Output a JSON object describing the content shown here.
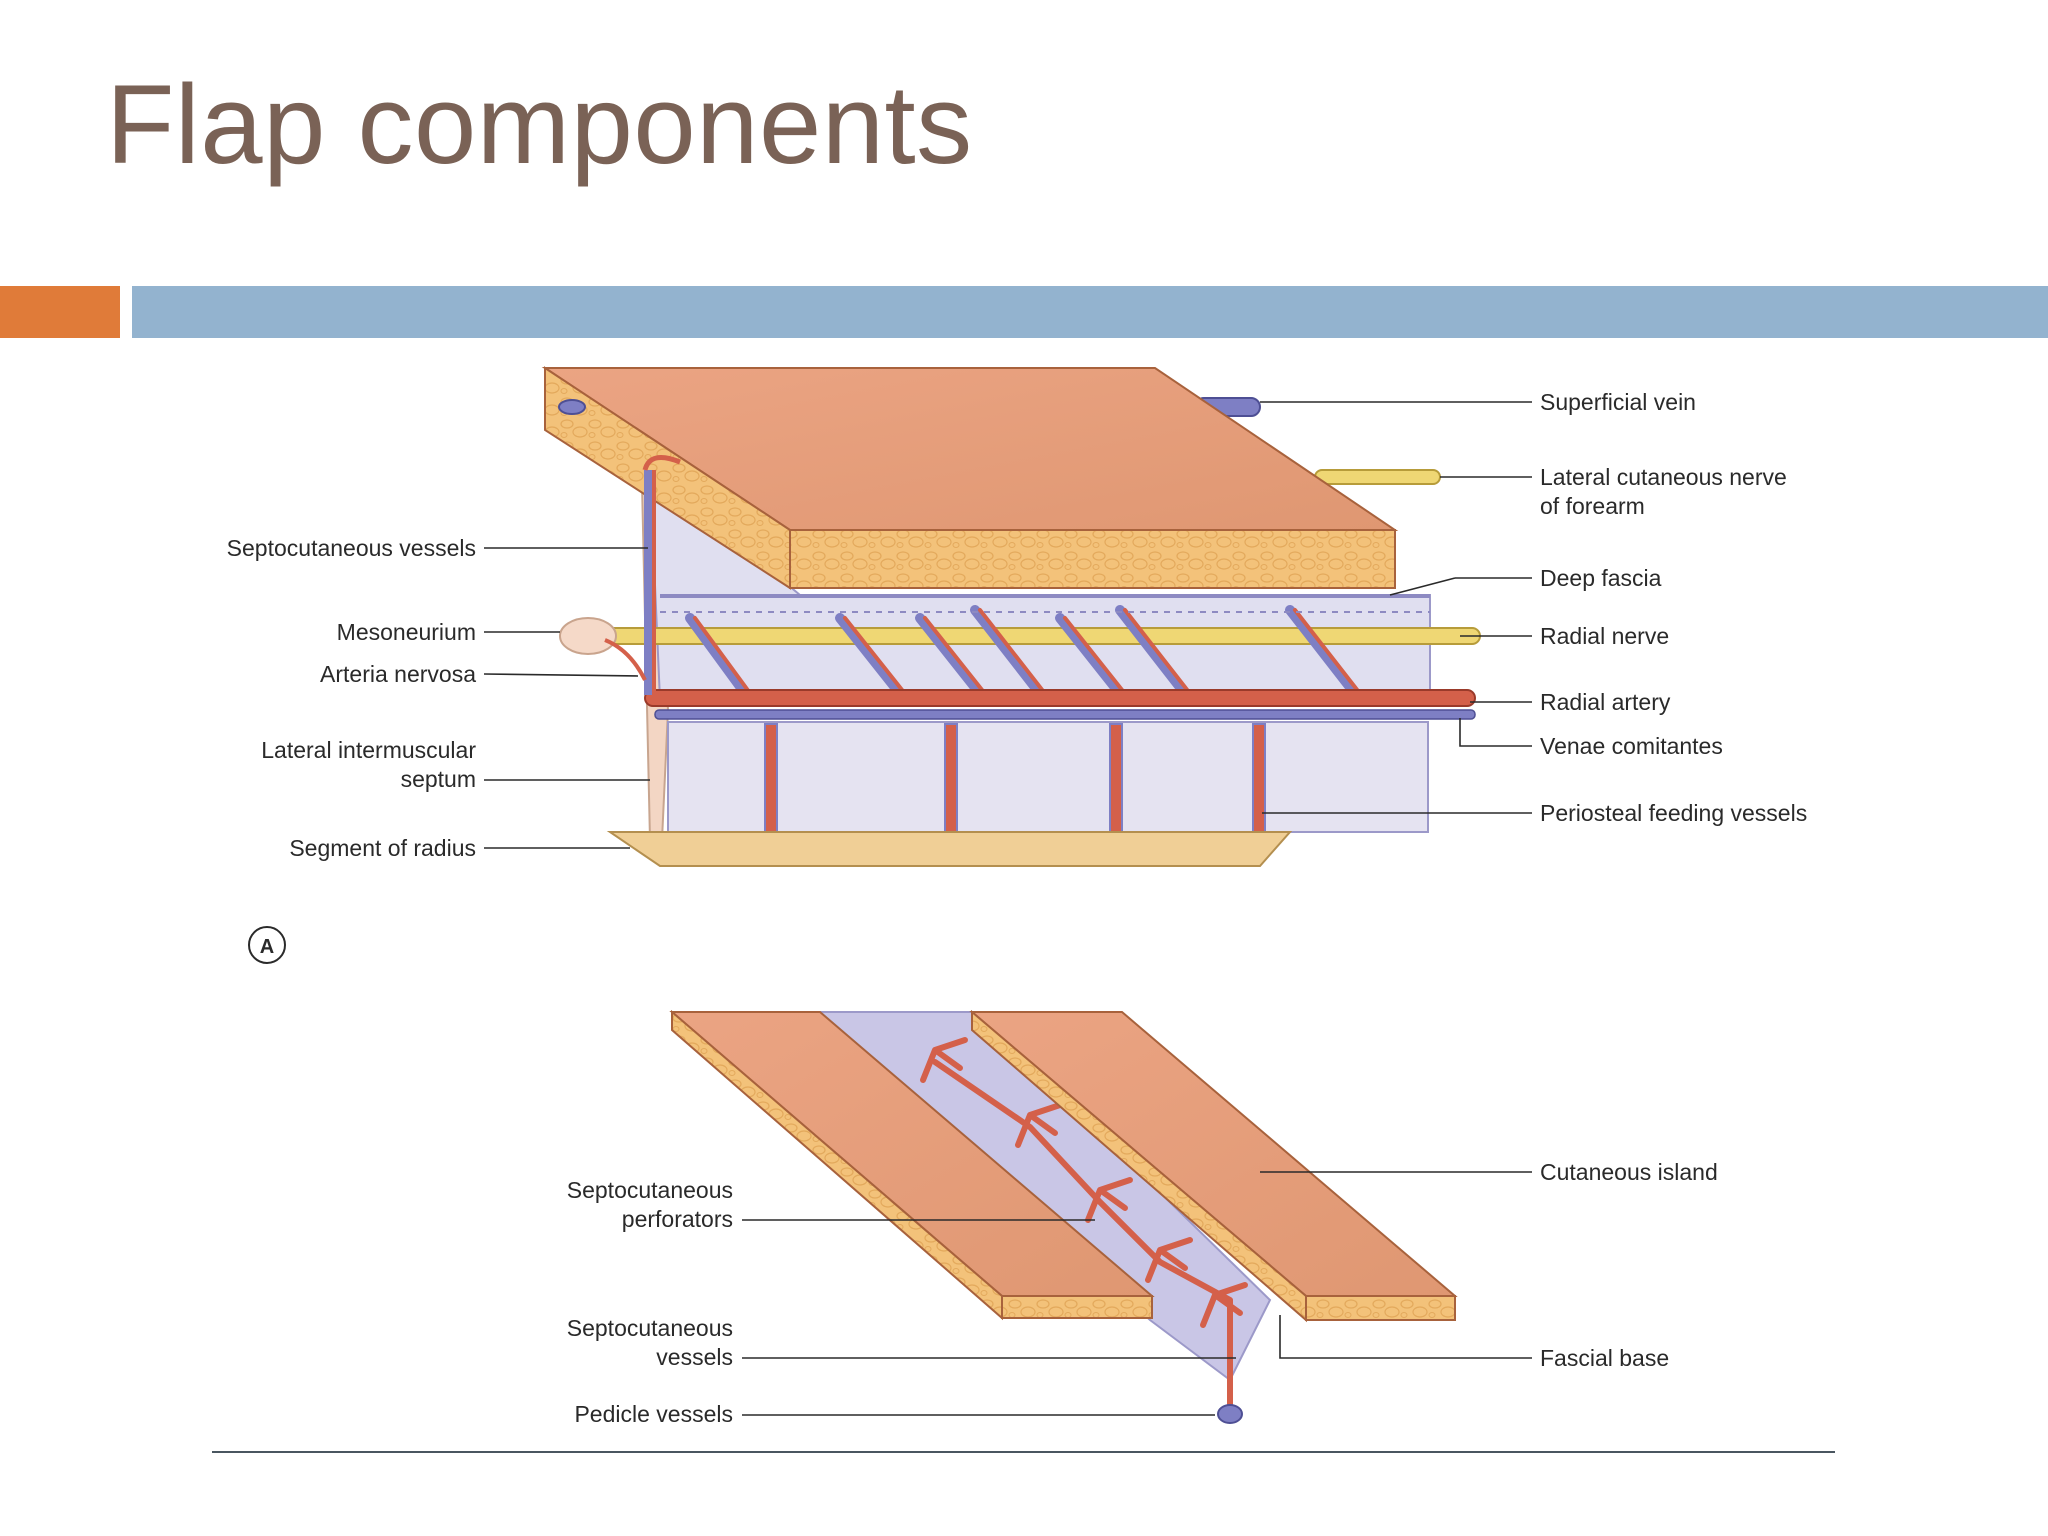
{
  "slide": {
    "title": "Flap components"
  },
  "colors": {
    "title_text": "#7a6256",
    "accent_orange": "#e07b39",
    "accent_blue": "#93b3cf",
    "skin_surface": "#e59f7b",
    "fat_layer": "#f2c07a",
    "fascia": "#b9b6dc",
    "artery": "#d4604a",
    "vein": "#7e7fc4",
    "nerve": "#efd774",
    "bone": "#f0cf96"
  },
  "figure_a": {
    "panel_label": "A",
    "labels_left": {
      "septocutaneous_vessels": "Septocutaneous vessels",
      "mesoneurium": "Mesoneurium",
      "arteria_nervosa": "Arteria nervosa",
      "lateral_intermuscular_line1": "Lateral intermuscular",
      "lateral_intermuscular_line2": "septum",
      "segment_of_radius": "Segment of radius"
    },
    "labels_right": {
      "superficial_vein": "Superficial vein",
      "lateral_cutaneous_line1": "Lateral cutaneous nerve",
      "lateral_cutaneous_line2": "of forearm",
      "deep_fascia": "Deep fascia",
      "radial_nerve": "Radial nerve",
      "radial_artery": "Radial artery",
      "venae_comitantes": "Venae comitantes",
      "periosteal_feeding_vessels": "Periosteal feeding vessels"
    }
  },
  "figure_b": {
    "labels_left": {
      "septo_perforators_line1": "Septocutaneous",
      "septo_perforators_line2": "perforators",
      "septo_vessels_line1": "Septocutaneous",
      "septo_vessels_line2": "vessels",
      "pedicle_vessels": "Pedicle vessels"
    },
    "labels_right": {
      "cutaneous_island": "Cutaneous island",
      "fascial_base": "Fascial base"
    }
  }
}
